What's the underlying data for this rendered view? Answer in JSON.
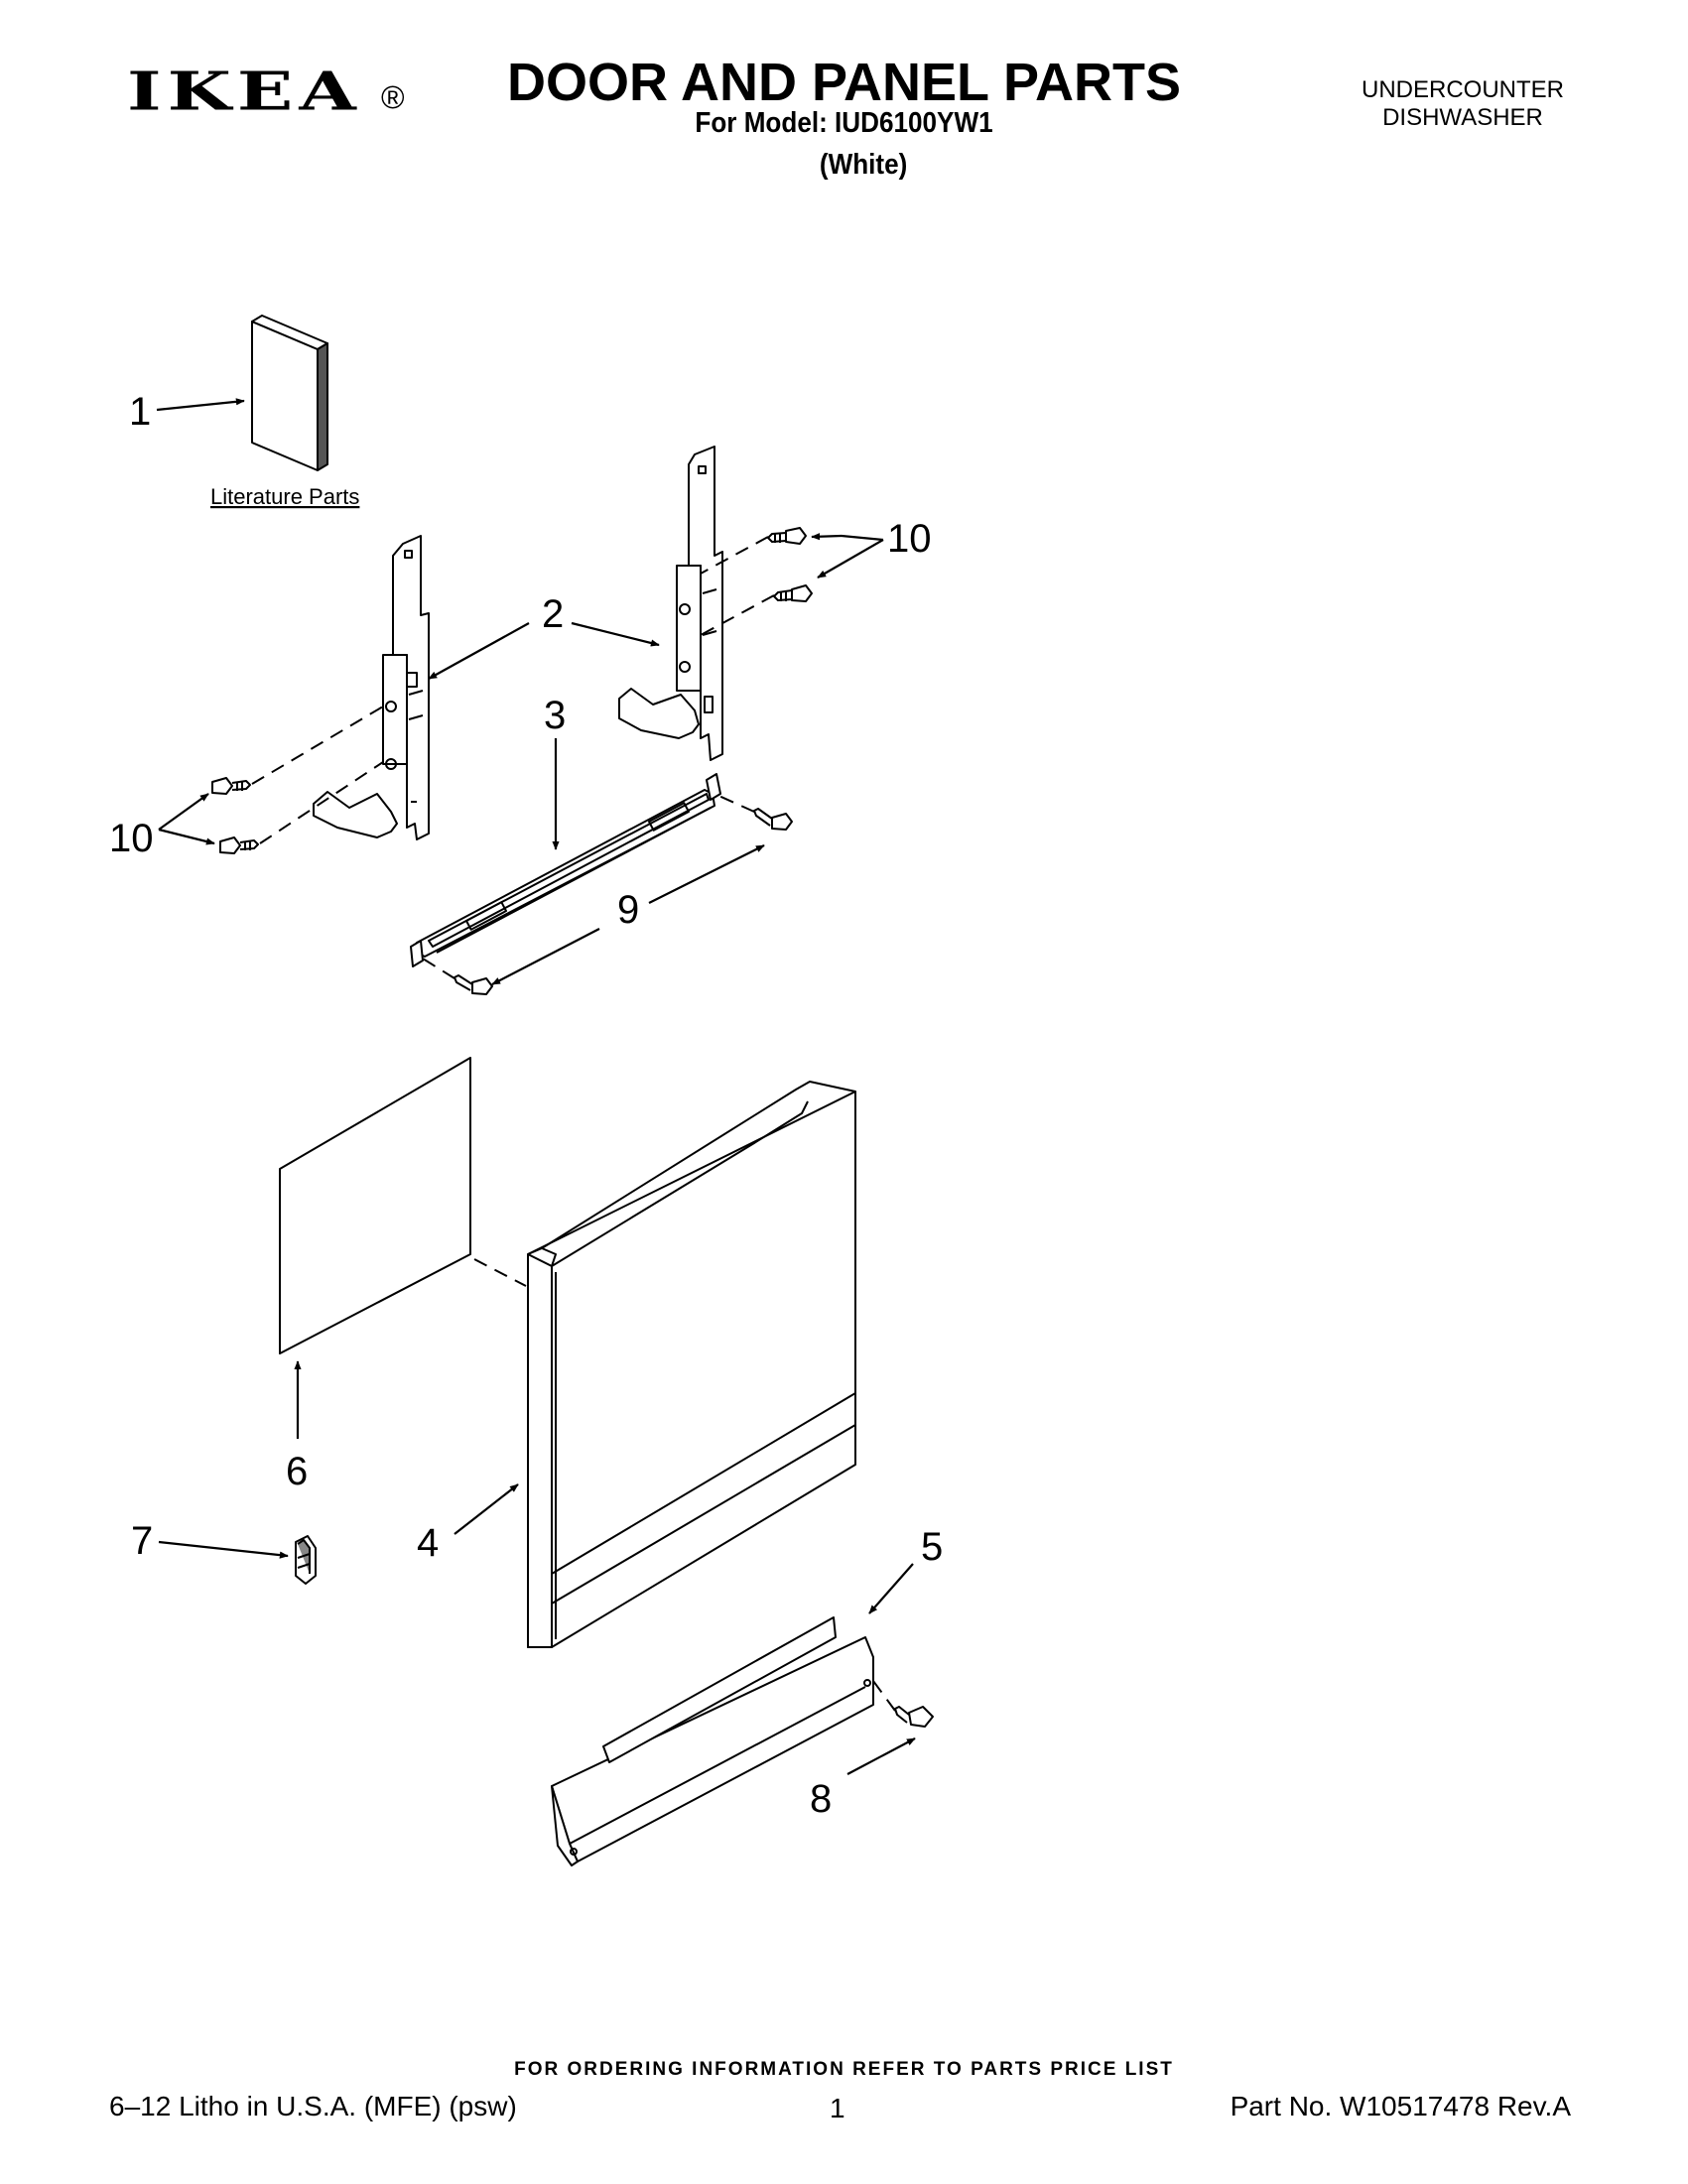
{
  "header": {
    "logo_text": "IKEA",
    "logo_mark": "®",
    "title": "DOOR AND PANEL PARTS",
    "model_line": "For Model: IUD6100YW1",
    "color_line": "(White)",
    "product_type_lines": [
      "UNDERCOUNTER",
      "DISHWASHER"
    ]
  },
  "diagram": {
    "literature_label": "Literature Parts",
    "callouts": [
      "1",
      "2",
      "3",
      "4",
      "5",
      "6",
      "7",
      "8",
      "9",
      "10",
      "10"
    ]
  },
  "footer": {
    "ordering_note": "FOR ORDERING INFORMATION REFER TO PARTS PRICE LIST",
    "print_info": "6–12 Litho in U.S.A. (MFE) (psw)",
    "page_number": "1",
    "part_number": "Part No. W10517478 Rev.A"
  }
}
